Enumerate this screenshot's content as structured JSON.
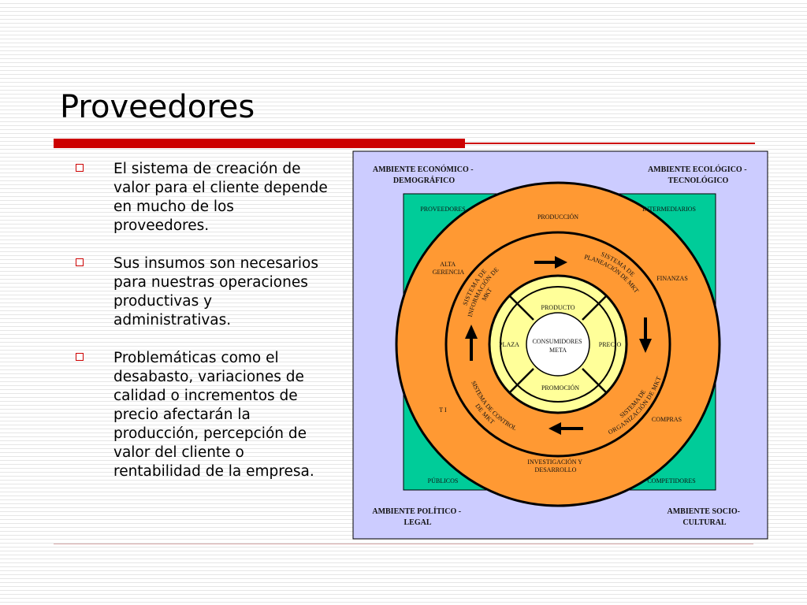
{
  "slide": {
    "title": "Proveedores",
    "bullets": [
      "El sistema de creación de valor para el cliente depende en mucho de los proveedores.",
      "Sus insumos son necesarios para nuestras operaciones productivas y administrativas.",
      "Problemáticas como el desabasto, variaciones de calidad o incrementos de precio afectarán la producción, percepción de valor del cliente o rentabilidad de la empresa."
    ]
  },
  "diagram": {
    "colors": {
      "outer_bg": "#ccccff",
      "middle_bg": "#00cc99",
      "ring_orange": "#ff9933",
      "center_fill": "#ffff99",
      "lines": "#000000",
      "bullet_red": "#cc0000"
    },
    "environments": {
      "top_left": [
        "AMBIENTE ECONÓMICO -",
        "DEMOGRÁFICO"
      ],
      "top_right": [
        "AMBIENTE ECOLÓGICO -",
        "TECNOLÓGICO"
      ],
      "bottom_left": [
        "AMBIENTE POLÍTICO -",
        "LEGAL"
      ],
      "bottom_right": [
        "AMBIENTE SOCIO-",
        "CULTURAL"
      ]
    },
    "corners": {
      "proveedores": "PROVEEDORES",
      "intermediarios": "INTERMEDIARIOS",
      "publicos": "PÚBLICOS",
      "competidores": "COMPETIDORES"
    },
    "company": {
      "produccion": "PRODUCCIÓN",
      "alta_gerencia": [
        "ALTA",
        "GERENCIA"
      ],
      "finanzas": "FINANZAS",
      "ti": "T I",
      "compras": "COMPRAS",
      "investigacion": [
        "INVESTIGACIÓN Y",
        "DESARROLLO"
      ]
    },
    "systems": {
      "informacion": [
        "SISTEMA DE",
        "INFORMACIÓN DE",
        "MKT"
      ],
      "planeacion": [
        "SISTEMA DE",
        "PLANEACIÓN DE MKT"
      ],
      "control": [
        "SISTEMA DE CONTROL",
        "DE MKT"
      ],
      "organizacion": [
        "SISTEMA DE",
        "ORGANIZACIÓN DE MKT"
      ]
    },
    "mix": {
      "producto": "PRODUCTO",
      "precio": "PRECIO",
      "plaza": "PLAZA",
      "promocion": "PROMOCIÓN",
      "center": [
        "CONSUMIDORES",
        "META"
      ]
    },
    "arrows": [
      "arrow-right-icon",
      "arrow-down-icon",
      "arrow-left-icon",
      "arrow-up-icon"
    ]
  }
}
